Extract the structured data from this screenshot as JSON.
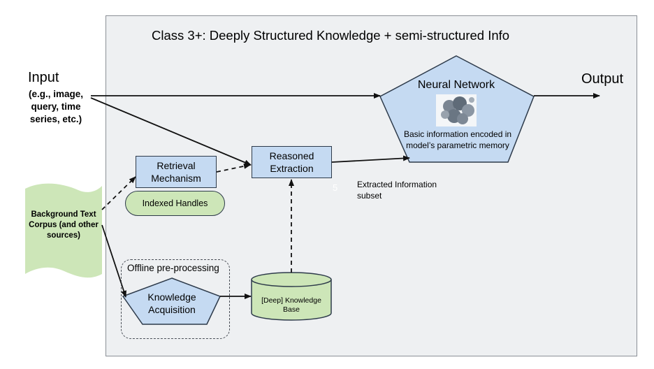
{
  "title": "Class 3+: Deeply Structured Knowledge + semi-structured Info",
  "input": {
    "label": "Input",
    "examples_line1": "(e.g., image,",
    "examples_line2": "query, time",
    "examples_line3": "series, etc.)"
  },
  "output": {
    "label": "Output"
  },
  "neural_network": {
    "title": "Neural Network",
    "desc_line1": "Basic information encoded in",
    "desc_line2": "model’s parametric memory"
  },
  "reasoned_extraction": {
    "line1": "Reasoned",
    "line2": "Extraction"
  },
  "retrieval_mechanism": {
    "line1": "Retrieval",
    "line2": "Mechanism"
  },
  "indexed_handles": "Indexed Handles",
  "extracted_info": {
    "line1": "Extracted Information",
    "line2": "subset"
  },
  "stray_number": "5",
  "background_corpus": {
    "line1": "Background Text",
    "line2": "Corpus (and other",
    "line3": "sources)"
  },
  "offline_group_label": "Offline pre-processing",
  "knowledge_acquisition": {
    "line1": "Knowledge",
    "line2": "Acquisition"
  },
  "knowledge_base": {
    "line1": "[Deep] Knowledge",
    "line2": "Base"
  },
  "colors": {
    "panel_bg": "#eef0f2",
    "box_blue": "#c5daf2",
    "node_green": "#cde6b8",
    "stroke": "#2d3a4a"
  }
}
